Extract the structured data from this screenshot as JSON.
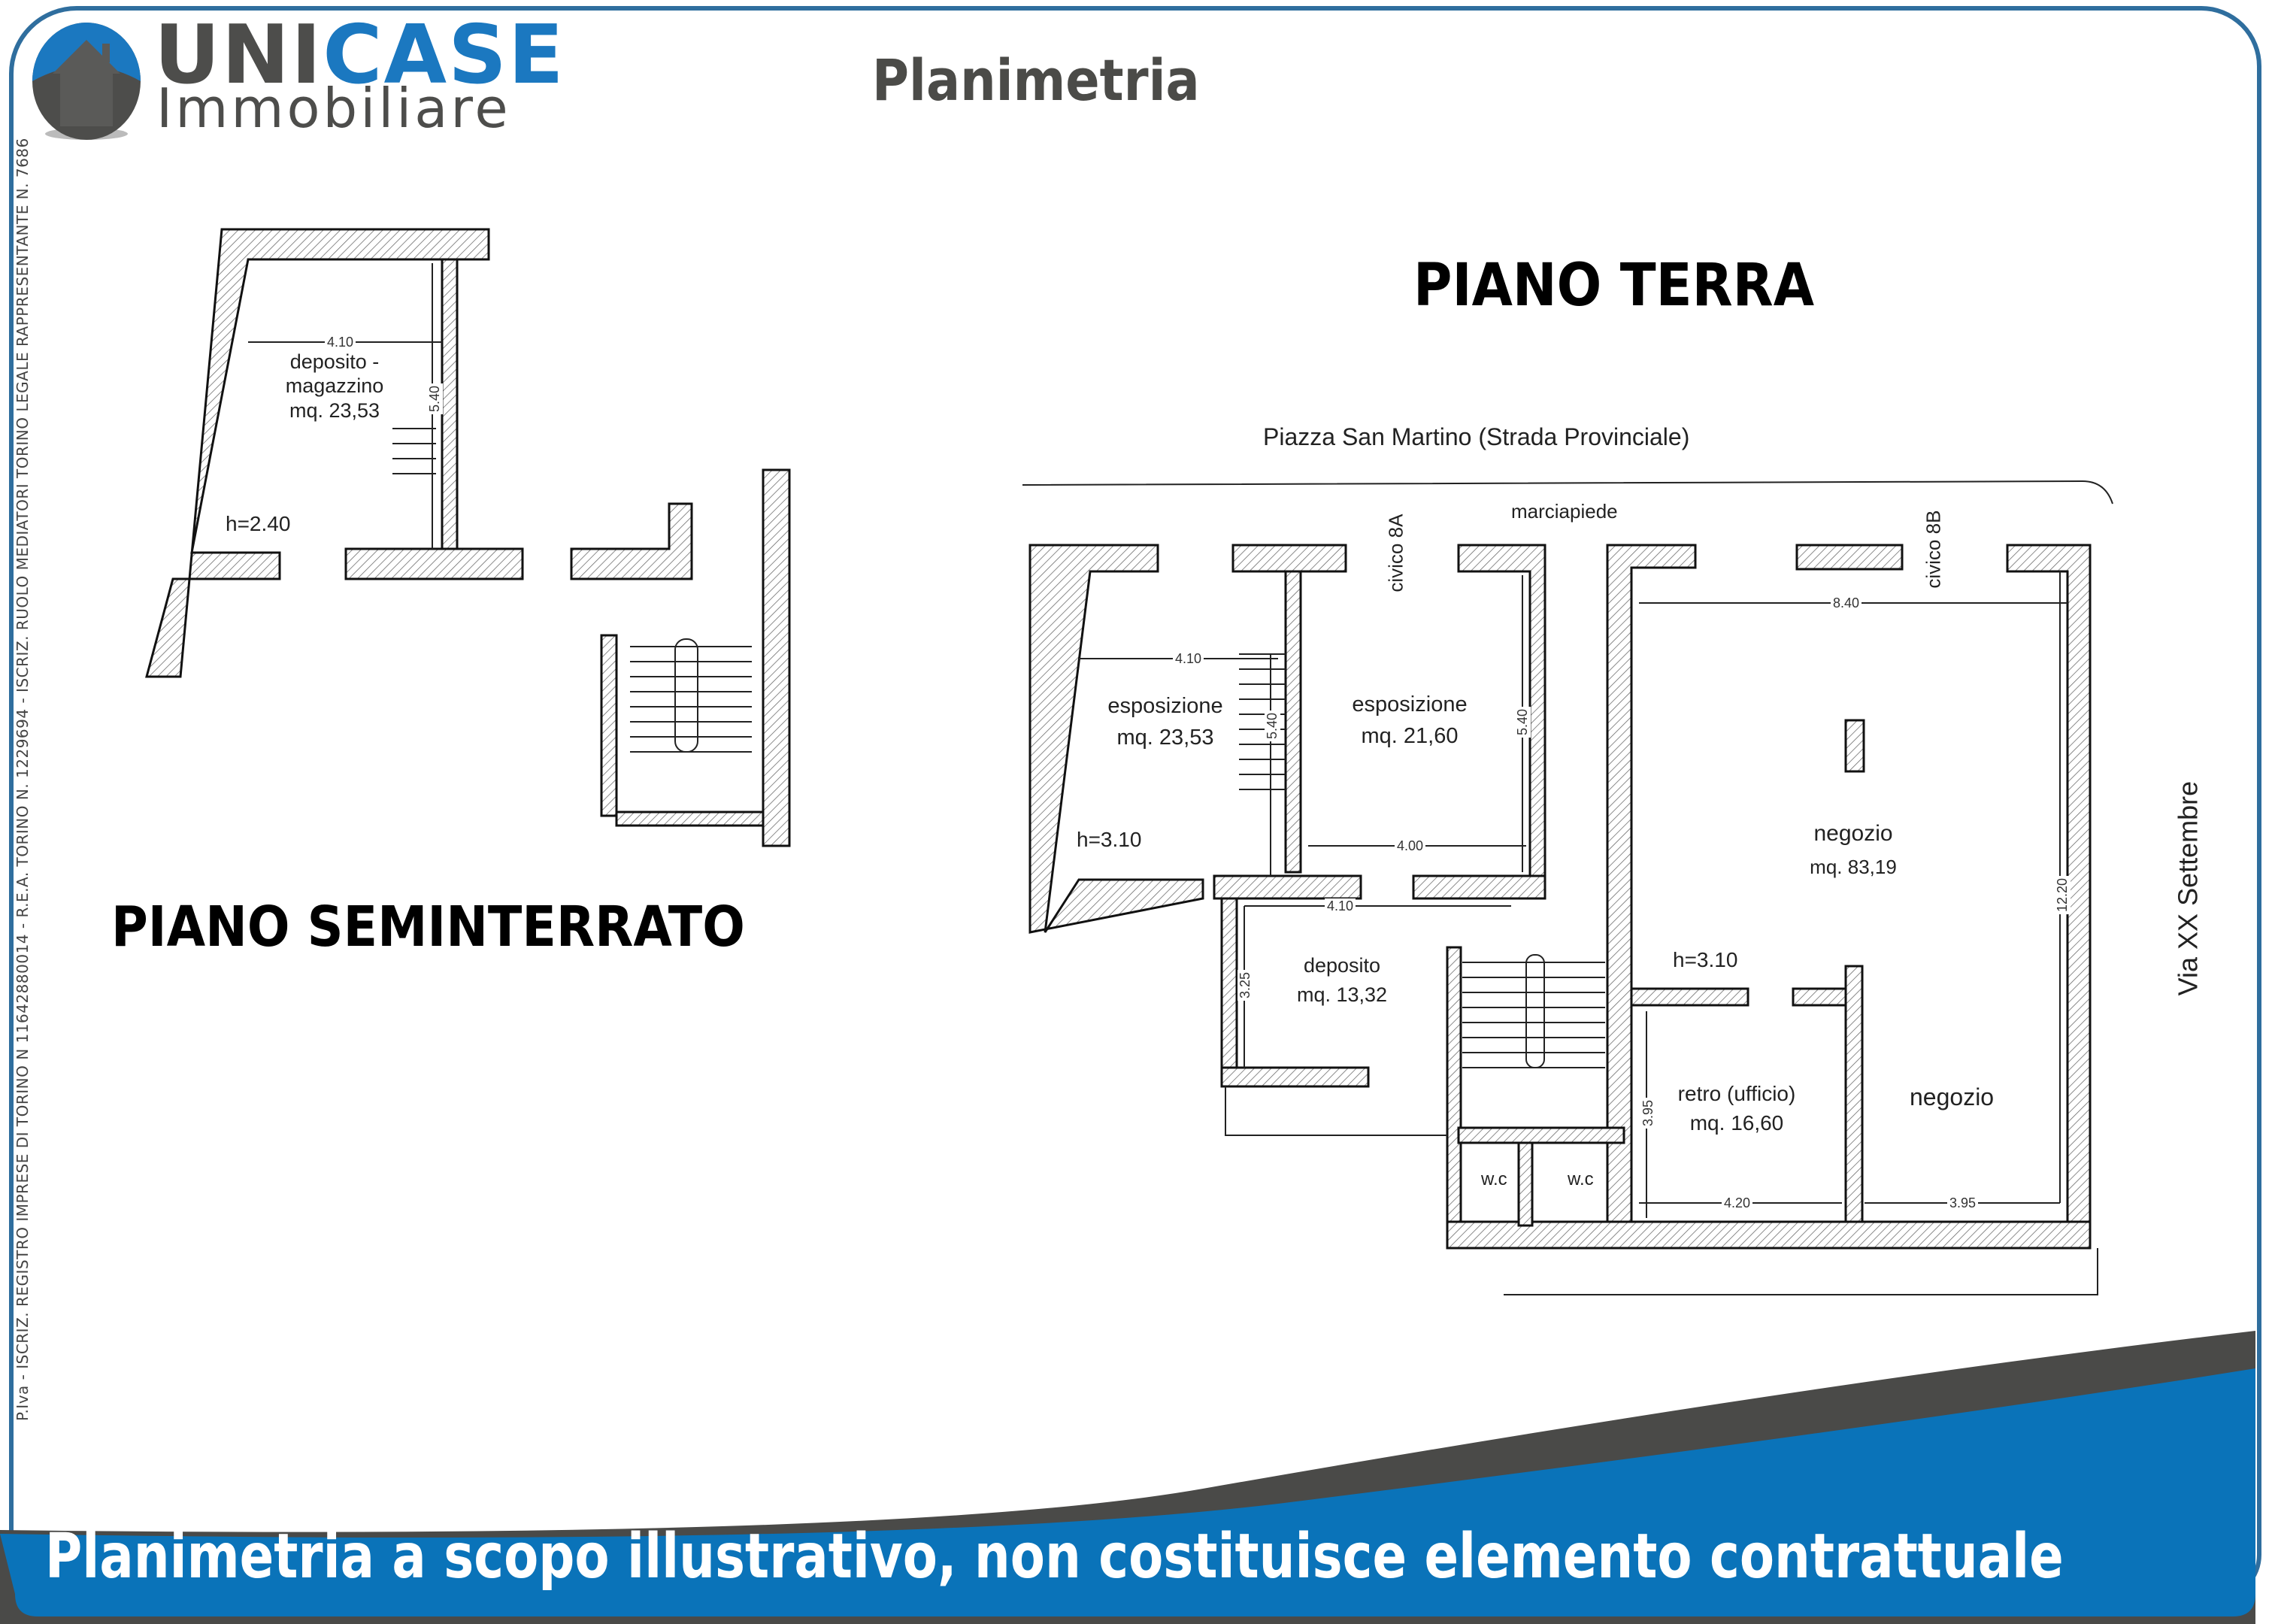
{
  "brand": {
    "name_part1": "UNI",
    "name_part2": "CASE",
    "subtitle": "Immobiliare",
    "colors": {
      "blue": "#1b78c0",
      "grey": "#4d4d4b",
      "frame": "#2f6e9e"
    },
    "logo_icon": "house-egg-icon"
  },
  "page_title": "Planimetria",
  "side_legal_text": "P.Iva - ISCRIZ. REGISTRO IMPRESE DI TORINO N 11642880014 - R.E.A. TORINO N. 1229694 - ISCRIZ. RUOLO MEDIATORI TORINO LEGALE RAPPRESENTANTE N. 7686",
  "floors": {
    "seminterrato": {
      "title": "PIANO SEMINTERRATO",
      "rooms": [
        {
          "name": "deposito -",
          "name2": "magazzino",
          "area": "mq. 23,53"
        }
      ],
      "height": "h=2.40",
      "dims": [
        "4.10",
        "5.40"
      ]
    },
    "terra": {
      "title": "PIANO TERRA",
      "street_top": "Piazza San Martino  (Strada Provinciale)",
      "street_right": "Via XX Settembre",
      "sidewalk": "marciapiede",
      "civico_a": "civico 8A",
      "civico_b": "civico 8B",
      "rooms": [
        {
          "name": "esposizione",
          "area": "mq. 23,53"
        },
        {
          "name": "esposizione",
          "area": "mq. 21,60"
        },
        {
          "name": "deposito",
          "area": "mq. 13,32"
        },
        {
          "name": "negozio",
          "area": "mq. 83,19"
        },
        {
          "name": "retro (ufficio)",
          "area": "mq. 16,60"
        },
        {
          "name": "negozio",
          "area": ""
        },
        {
          "name": "w.c",
          "area": ""
        },
        {
          "name": "w.c",
          "area": ""
        }
      ],
      "heights": [
        "h=3.10",
        "h=3.10"
      ],
      "dims": {
        "esp1_w": "4.10",
        "esp1_h": "5.40",
        "esp2_w": "4.00",
        "esp2_h": "5.40",
        "dep_w": "4.10",
        "dep_h": "3.25",
        "neg_w": "8.40",
        "neg_h": "12.20",
        "retro_w": "4.20",
        "retro_h": "3.95",
        "neg2_w": "3.95"
      }
    }
  },
  "footer": {
    "disclaimer": "Planimetria a scopo illustrativo, non costituisce elemento contrattuale",
    "colors": {
      "band": "#0a73b9",
      "swoosh": "#4a4a48"
    }
  }
}
